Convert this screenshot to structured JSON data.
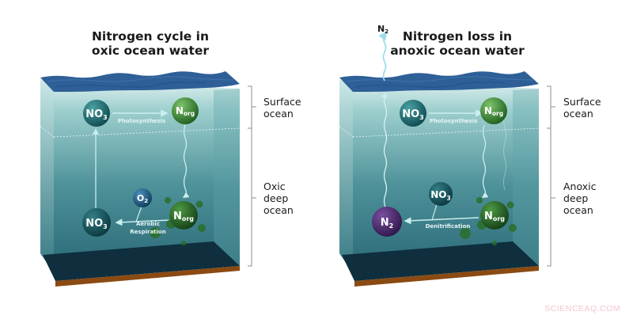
{
  "panels": [
    {
      "id": "oxic",
      "title_line1": "Nitrogen cycle in",
      "title_line2": "oxic ocean water",
      "layers": {
        "surface": {
          "line1": "Surface",
          "line2": "ocean"
        },
        "deep": {
          "line1": "Oxic",
          "line2": "deep",
          "line3": "ocean"
        }
      },
      "nodes": {
        "surface_nitrate": {
          "main": "NO",
          "sub": "3",
          "color": "#1f6b6e"
        },
        "surface_organic": {
          "main": "N",
          "sub": "org",
          "color": "#3f8a34"
        },
        "oxygen": {
          "main": "O",
          "sub": "2",
          "color": "#1d5c80"
        },
        "deep_organic": {
          "main": "N",
          "sub": "org",
          "color": "#2f7a2c"
        },
        "deep_nitrate": {
          "main": "NO",
          "sub": "3",
          "color": "#1a4f57"
        }
      },
      "processes": {
        "surface": "Photosynthesis",
        "deep_line1": "Aerobic",
        "deep_line2": "Respiration"
      }
    },
    {
      "id": "anoxic",
      "title_line1": "Nitrogen loss in",
      "title_line2": "anoxic ocean water",
      "escape_gas": {
        "main": "N",
        "sub": "2"
      },
      "layers": {
        "surface": {
          "line1": "Surface",
          "line2": "ocean"
        },
        "deep": {
          "line1": "Anoxic",
          "line2": "deep",
          "line3": "ocean"
        }
      },
      "nodes": {
        "surface_nitrate": {
          "main": "NO",
          "sub": "3",
          "color": "#1f6b6e"
        },
        "surface_organic": {
          "main": "N",
          "sub": "org",
          "color": "#3f8a34"
        },
        "deep_nitrate": {
          "main": "NO",
          "sub": "3",
          "color": "#1a4f57"
        },
        "deep_organic": {
          "main": "N",
          "sub": "org",
          "color": "#2f7a2c"
        },
        "dinitrogen": {
          "main": "N",
          "sub": "2",
          "color": "#4a2a6a"
        }
      },
      "processes": {
        "surface": "Photosynthesis",
        "deep": "Denitrification"
      }
    }
  ],
  "colors": {
    "sea_surface": "#2e5f97",
    "water_top": "#a9d6d6",
    "water_bottom": "#2d6b78",
    "seafloor": "#0f2f3e",
    "sediment": "#8a4a12",
    "arrow": "#c9eeee",
    "bracket": "#8c8c8c"
  },
  "watermark": "SCIENCEAQ.COM"
}
